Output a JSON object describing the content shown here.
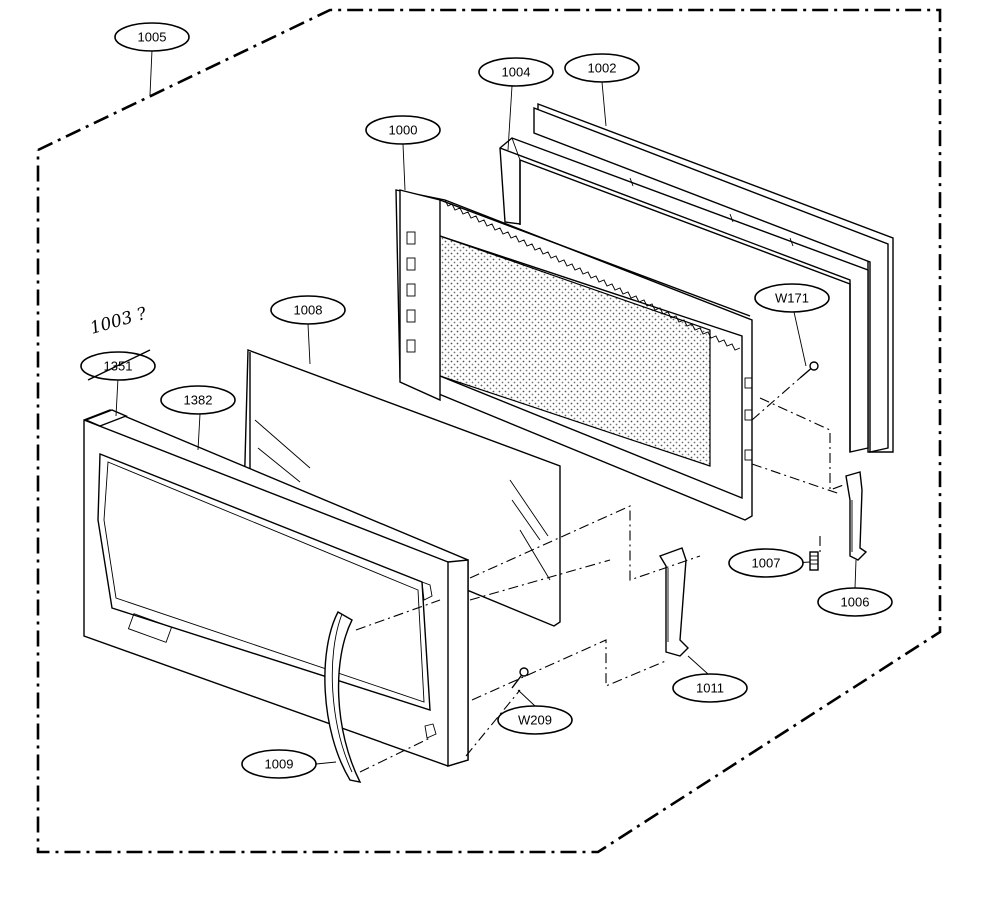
{
  "callouts": {
    "c1005": "1005",
    "c1004": "1004",
    "c1002": "1002",
    "c1000": "1000",
    "c1008": "1008",
    "c1351": "1351",
    "c1382": "1382",
    "cW171": "W171",
    "c1007": "1007",
    "c1006": "1006",
    "c1011": "1011",
    "cW209": "W209",
    "c1009": "1009"
  },
  "annotation": "1003 ?"
}
